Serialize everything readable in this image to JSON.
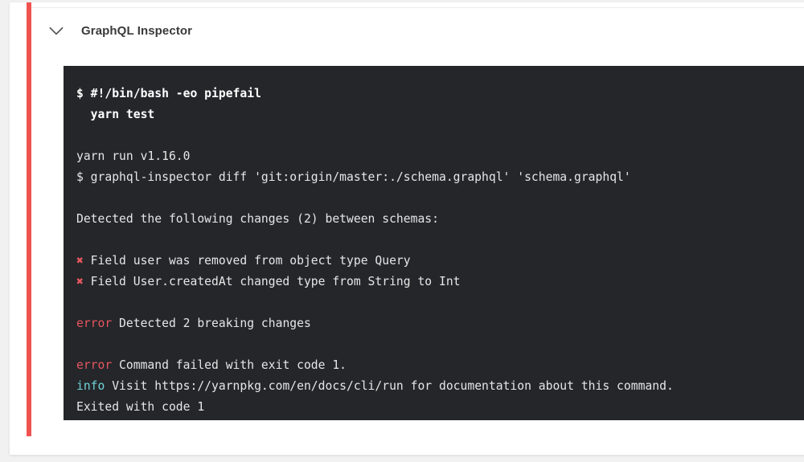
{
  "job": {
    "title": "GraphQL Inspector",
    "toggle_icon": "chevron-down-icon",
    "status_color": "#ef5350"
  },
  "console": {
    "background_color": "#24262a",
    "text_color": "#e6e6e6",
    "error_color": "#e8575f",
    "info_color": "#6fd3d8",
    "lines": [
      {
        "kind": "command",
        "text": "$ #!/bin/bash -eo pipefail"
      },
      {
        "kind": "command",
        "text": "  yarn test"
      },
      {
        "kind": "blank",
        "text": ""
      },
      {
        "kind": "plain",
        "text": "yarn run v1.16.0"
      },
      {
        "kind": "plain",
        "text": "$ graphql-inspector diff 'git:origin/master:./schema.graphql' 'schema.graphql'"
      },
      {
        "kind": "blank",
        "text": ""
      },
      {
        "kind": "plain",
        "text": "Detected the following changes (2) between schemas:"
      },
      {
        "kind": "blank",
        "text": ""
      },
      {
        "kind": "marked",
        "marker": "✖",
        "text": " Field user was removed from object type Query"
      },
      {
        "kind": "marked",
        "marker": "✖",
        "text": " Field User.createdAt changed type from String to Int"
      },
      {
        "kind": "blank",
        "text": ""
      },
      {
        "kind": "labeled",
        "label": "error",
        "label_kind": "error",
        "text": " Detected 2 breaking changes"
      },
      {
        "kind": "blank",
        "text": ""
      },
      {
        "kind": "labeled",
        "label": "error",
        "label_kind": "error",
        "text": " Command failed with exit code 1."
      },
      {
        "kind": "labeled",
        "label": "info",
        "label_kind": "info",
        "text": " Visit https://yarnpkg.com/en/docs/cli/run for documentation about this command."
      },
      {
        "kind": "plain",
        "text": "Exited with code 1"
      }
    ]
  }
}
